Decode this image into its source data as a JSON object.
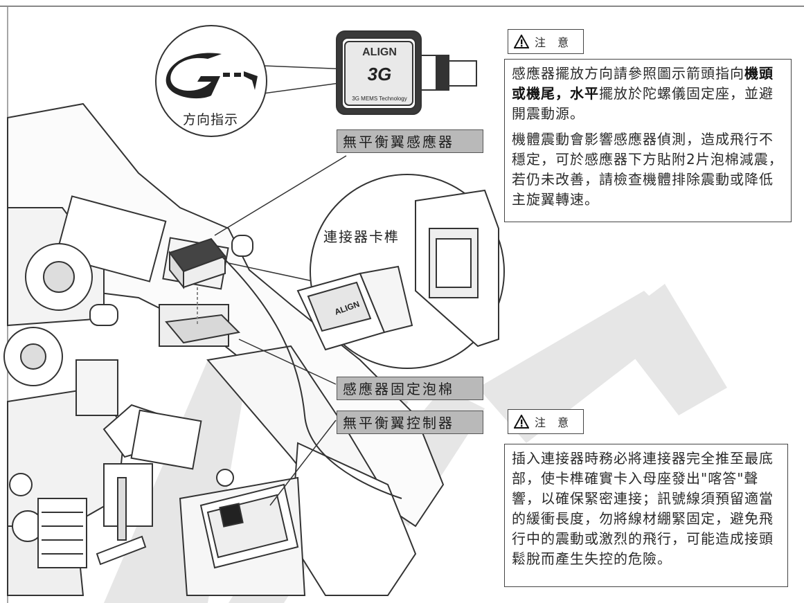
{
  "callouts": {
    "direction": "方向指示",
    "sensor": "無平衡翼感應器",
    "connector_latch": "連接器卡榫",
    "sensor_foam": "感應器固定泡棉",
    "controller": "無平衡翼控制器"
  },
  "sensor_device": {
    "brand": "ALIGN",
    "model": "3G",
    "tagline": "3G MEMS Technology",
    "logo_mark": "G"
  },
  "watermark": "ALIGN",
  "caution1": {
    "title": "注 意",
    "icon": "warning-triangle-icon",
    "line1_a": "感應器擺放方向請參照圖示箭頭指向",
    "line1_b": "機頭或機尾",
    "line1_c": "，",
    "line1_d": "水平",
    "line1_e": "擺放於陀螺儀固定座，並避開震動源。",
    "para2": "機體震動會影響感應器偵測，造成飛行不穩定，可於感應器下方貼附2片泡棉減震，若仍未改善，請檢查機體排除震動或降低主旋翼轉速。"
  },
  "caution2": {
    "title": "注 意",
    "icon": "warning-triangle-icon",
    "text": "插入連接器時務必將連接器完全推至最底部，使卡榫確實卡入母座發出\"喀答\"聲響，以確保緊密連接；訊號線須預留適當的緩衝長度，勿將線材綳緊固定，避免飛行中的震動或激烈的飛行，可能造成接頭鬆脫而產生失控的危險。"
  },
  "colors": {
    "label_fill": "#b9b9b9",
    "watermark": "#e4e4e4",
    "line": "#333333"
  }
}
